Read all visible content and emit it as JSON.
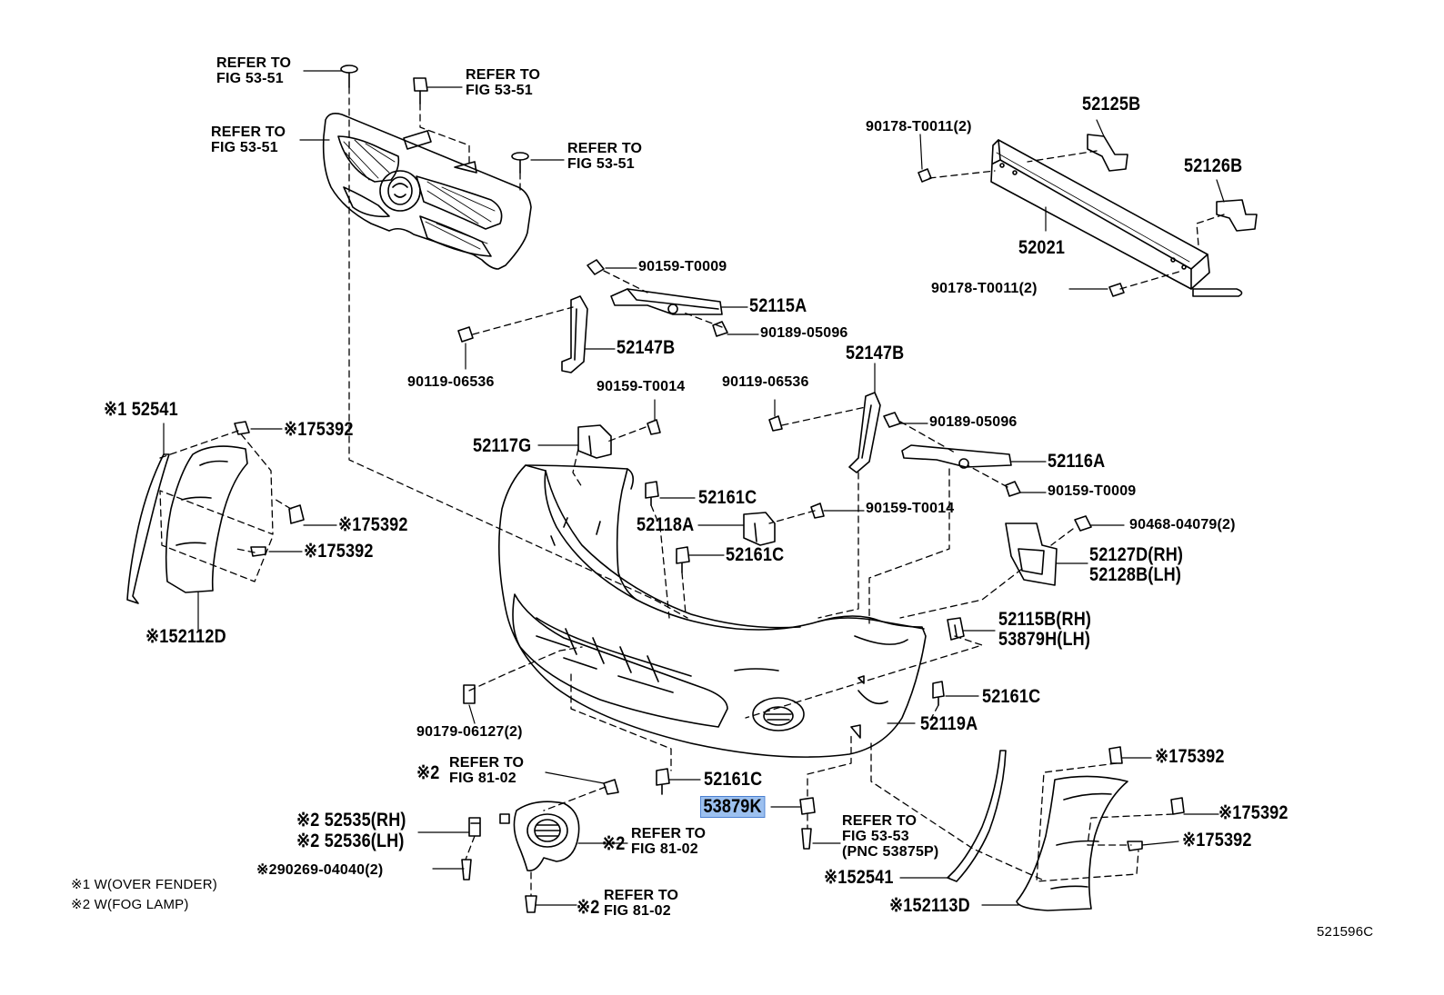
{
  "diagram": {
    "callouts": {
      "refer_grille_top1": "REFER TO\nFIG 53-51",
      "refer_grille_top2": "REFER TO\nFIG 53-51",
      "refer_grille_left": "REFER TO\nFIG 53-51",
      "refer_grille_right": "REFER TO\nFIG 53-51",
      "p52125B": "52125B",
      "p90178_top": "90178-T0011(2)",
      "p52126B": "52126B",
      "p52021": "52021",
      "p90178_bot": "90178-T0011(2)",
      "p90159_T0009_top": "90159-T0009",
      "p52115A": "52115A",
      "p90189_top": "90189-05096",
      "p52147B_left": "52147B",
      "p90119_left": "90119-06536",
      "p52147B_right": "52147B",
      "p90159_T0014_top": "90159-T0014",
      "p90119_right": "90119-06536",
      "p90189_right": "90189-05096",
      "p52541_left": "※1 52541",
      "p75392_a": "※175392",
      "p52117G": "52117G",
      "p52116A": "52116A",
      "p52161C_a": "52161C",
      "p90159_T0009_right": "90159-T0009",
      "p90159_T0014_mid": "90159-T0014",
      "p75392_b": "※175392",
      "p52118A": "52118A",
      "p90468": "90468-04079(2)",
      "p75392_c": "※175392",
      "p52161C_b": "52161C",
      "p52127D": "52127D(RH)",
      "p52128B": "52128B(LH)",
      "p52115B": "52115B(RH)",
      "p53879H": "53879H(LH)",
      "p52112D": "※152112D",
      "p52161C_c": "52161C",
      "p52119A": "52119A",
      "p90179": "90179-06127(2)",
      "refer_81_top": "REFER TO\nFIG 81-02",
      "mark_81_top": "※2",
      "p52161C_d": "52161C",
      "p75392_d": "※175392",
      "p53879K": "53879K",
      "p52535": "※2 52535(RH)",
      "p52536": "※2 52536(LH)",
      "refer_81_mid": "REFER TO\nFIG 81-02",
      "mark_81_mid": "※2",
      "refer_53_53": "REFER TO\nFIG 53-53\n(PNC 53875P)",
      "p75392_e": "※175392",
      "p90269": "※290269-04040(2)",
      "p75392_f": "※175392",
      "p52541_bottom": "※152541",
      "refer_81_bot": "REFER TO\nFIG 81-02",
      "mark_81_bot": "※2",
      "p52113D": "※152113D"
    },
    "notes": {
      "note1": "※1 W(OVER FENDER)",
      "note2": "※2 W(FOG LAMP)"
    },
    "figure_id": "521596C",
    "highlight_color": "#9cc0ef"
  }
}
